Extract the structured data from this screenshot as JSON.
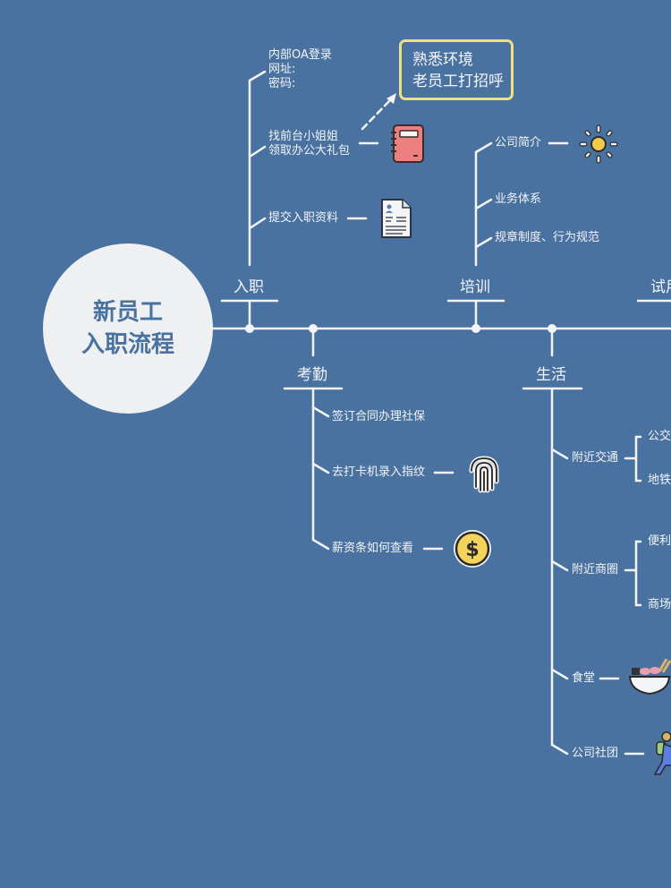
{
  "center": {
    "line1": "新员工",
    "line2": "入职流程"
  },
  "categories": {
    "onboarding": "入职",
    "training": "培训",
    "probation": "试用",
    "attendance": "考勤",
    "life": "生活"
  },
  "onboarding": {
    "oa_line1": "内部OA登录",
    "oa_line2": "网址:",
    "oa_line3": "密码:",
    "reception_line1": "找前台小姐姐",
    "reception_line2": "领取办公大礼包",
    "submit_docs": "提交入职资料",
    "callout_line1": "熟悉环境",
    "callout_line2": "老员工打招呼"
  },
  "training": {
    "intro": "公司简介",
    "business": "业务体系",
    "rules": "规章制度、行为规范"
  },
  "attendance": {
    "contract": "签订合同办理社保",
    "fingerprint": "去打卡机录入指纹",
    "payslip": "薪资条如何查看"
  },
  "life": {
    "transport": "附近交通",
    "transport_bus": "公交",
    "transport_metro": "地铁",
    "shopping": "附近商圈",
    "shopping_store": "便利",
    "shopping_mall": "商场",
    "canteen": "食堂",
    "clubs": "公司社团"
  },
  "colors": {
    "background": "#4a72a0",
    "line": "#f2f4f7",
    "callout_border": "#eedf86",
    "center_fill": "#eef0f2"
  }
}
